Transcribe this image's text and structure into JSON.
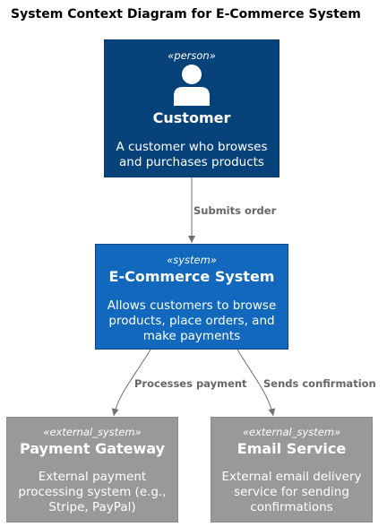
{
  "title": "System Context Diagram for E-Commerce System",
  "nodes": {
    "customer": {
      "stereotype": "«person»",
      "name": "Customer",
      "description": "A customer who browses and purchases products",
      "icon": "person-icon",
      "color": "#08427b"
    },
    "ecommerce": {
      "stereotype": "«system»",
      "name": "E-Commerce System",
      "description": "Allows customers to browse products, place orders, and make payments",
      "color": "#1168bd"
    },
    "payment_gateway": {
      "stereotype": "«external_system»",
      "name": "Payment Gateway",
      "description": "External payment processing system (e.g., Stripe, PayPal)",
      "color": "#999999"
    },
    "email_service": {
      "stereotype": "«external_system»",
      "name": "Email Service",
      "description": "External email delivery service for sending confirmations",
      "color": "#999999"
    }
  },
  "edges": [
    {
      "from": "Customer",
      "to": "E-Commerce System",
      "label": "Submits order"
    },
    {
      "from": "E-Commerce System",
      "to": "Payment Gateway",
      "label": "Processes payment"
    },
    {
      "from": "E-Commerce System",
      "to": "Email Service",
      "label": "Sends confirmation"
    }
  ]
}
